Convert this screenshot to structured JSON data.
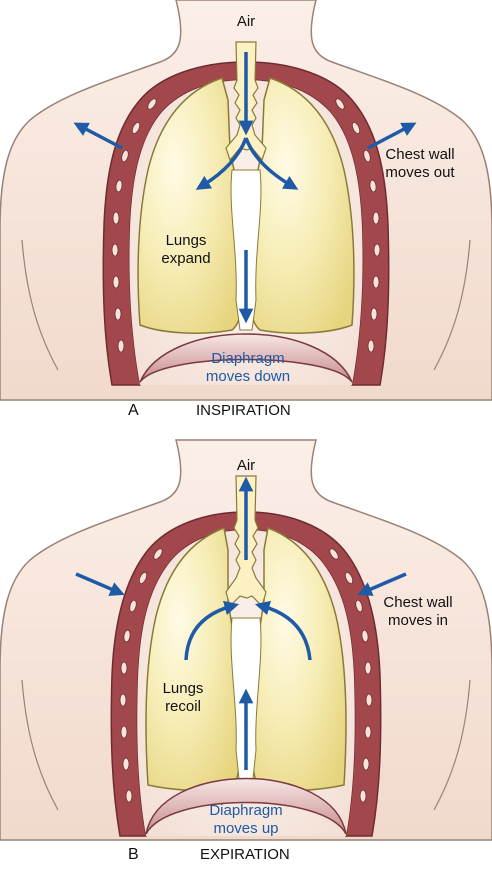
{
  "panels": [
    {
      "letter": "A",
      "phase": "INSPIRATION",
      "air": "Air",
      "chest_wall": [
        "Chest wall",
        "moves out"
      ],
      "lungs": [
        "Lungs",
        "expand"
      ],
      "diaphragm": [
        "Diaphragm",
        "moves down"
      ]
    },
    {
      "letter": "B",
      "phase": "EXPIRATION",
      "air": "Air",
      "chest_wall": [
        "Chest wall",
        "moves in"
      ],
      "lungs": [
        "Lungs",
        "recoil"
      ],
      "diaphragm": [
        "Diaphragm",
        "moves up"
      ]
    }
  ],
  "colors": {
    "skin": "#f6e4d9",
    "skin_outline": "#9a8276",
    "rib_wall": "#a2484d",
    "lung": "#f2e6a0",
    "trachea": "#fbf1c2",
    "diaphragm": "#c98a8a",
    "arrow": "#1f5aa6",
    "blue_text": "#1f5aa6"
  }
}
